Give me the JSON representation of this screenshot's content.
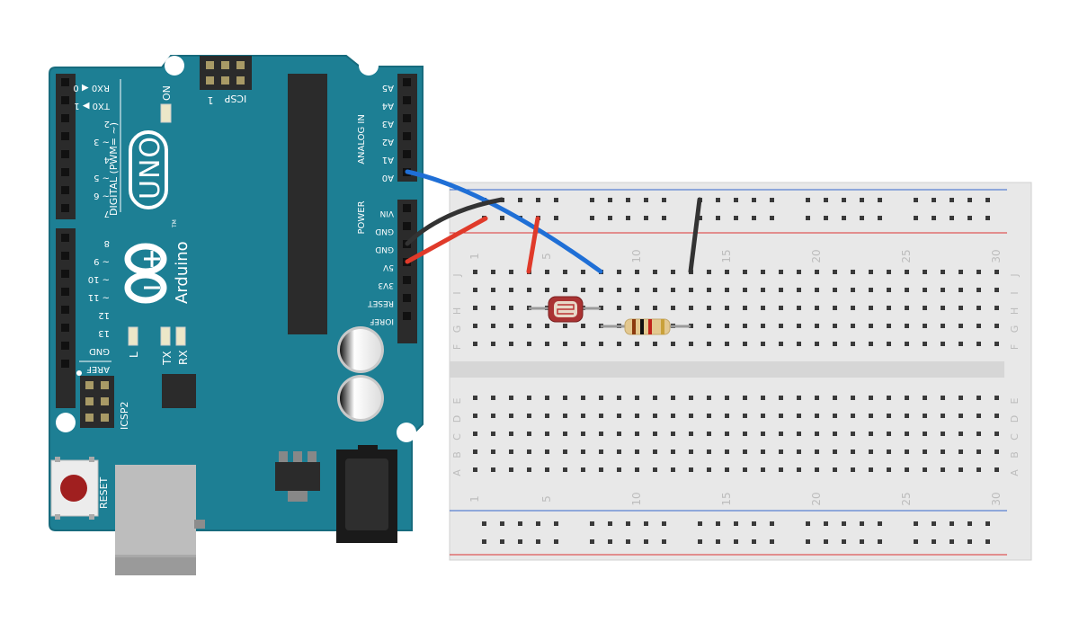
{
  "arduino": {
    "model": "UNO",
    "brand": "Arduino",
    "on_label": "ON",
    "digital_label": "DIGITAL (PWM= ~)",
    "analog_label": "ANALOG IN",
    "power_label": "POWER",
    "icsp_label": "ICSP",
    "icsp_pin1": "1",
    "icsp2_label": "ICSP2",
    "reset_label": "RESET",
    "led_l": "L",
    "led_tx": "TX",
    "led_rx": "RX",
    "trademark": "TM",
    "digital_pins": [
      "RX0 ◀ 0",
      "TX0 ▶ 1",
      "2",
      "~ 3",
      "4",
      "~ 5",
      "~ 6",
      "7",
      "8",
      "~ 9",
      "~ 10",
      "~ 11",
      "12",
      "13",
      "GND",
      "AREF"
    ],
    "analog_pins": [
      "A5",
      "A4",
      "A3",
      "A2",
      "A1",
      "A0"
    ],
    "power_pins": [
      "VIN",
      "GND",
      "GND",
      "5V",
      "3V3",
      "RESET",
      "IOREF"
    ]
  },
  "breadboard": {
    "row_letters_top": [
      "J",
      "I",
      "H",
      "G",
      "F"
    ],
    "row_letters_bottom": [
      "E",
      "D",
      "C",
      "B",
      "A"
    ],
    "column_numbers": [
      "1",
      "5",
      "10",
      "15",
      "20",
      "25",
      "30"
    ]
  },
  "colors": {
    "board": "#1d7f94",
    "header": "#2b2b2b",
    "wire_blue": "#1f6fd6",
    "wire_black": "#333333",
    "wire_red": "#e03a2a",
    "rail_red": "#d33",
    "rail_blue": "#3366cc"
  }
}
